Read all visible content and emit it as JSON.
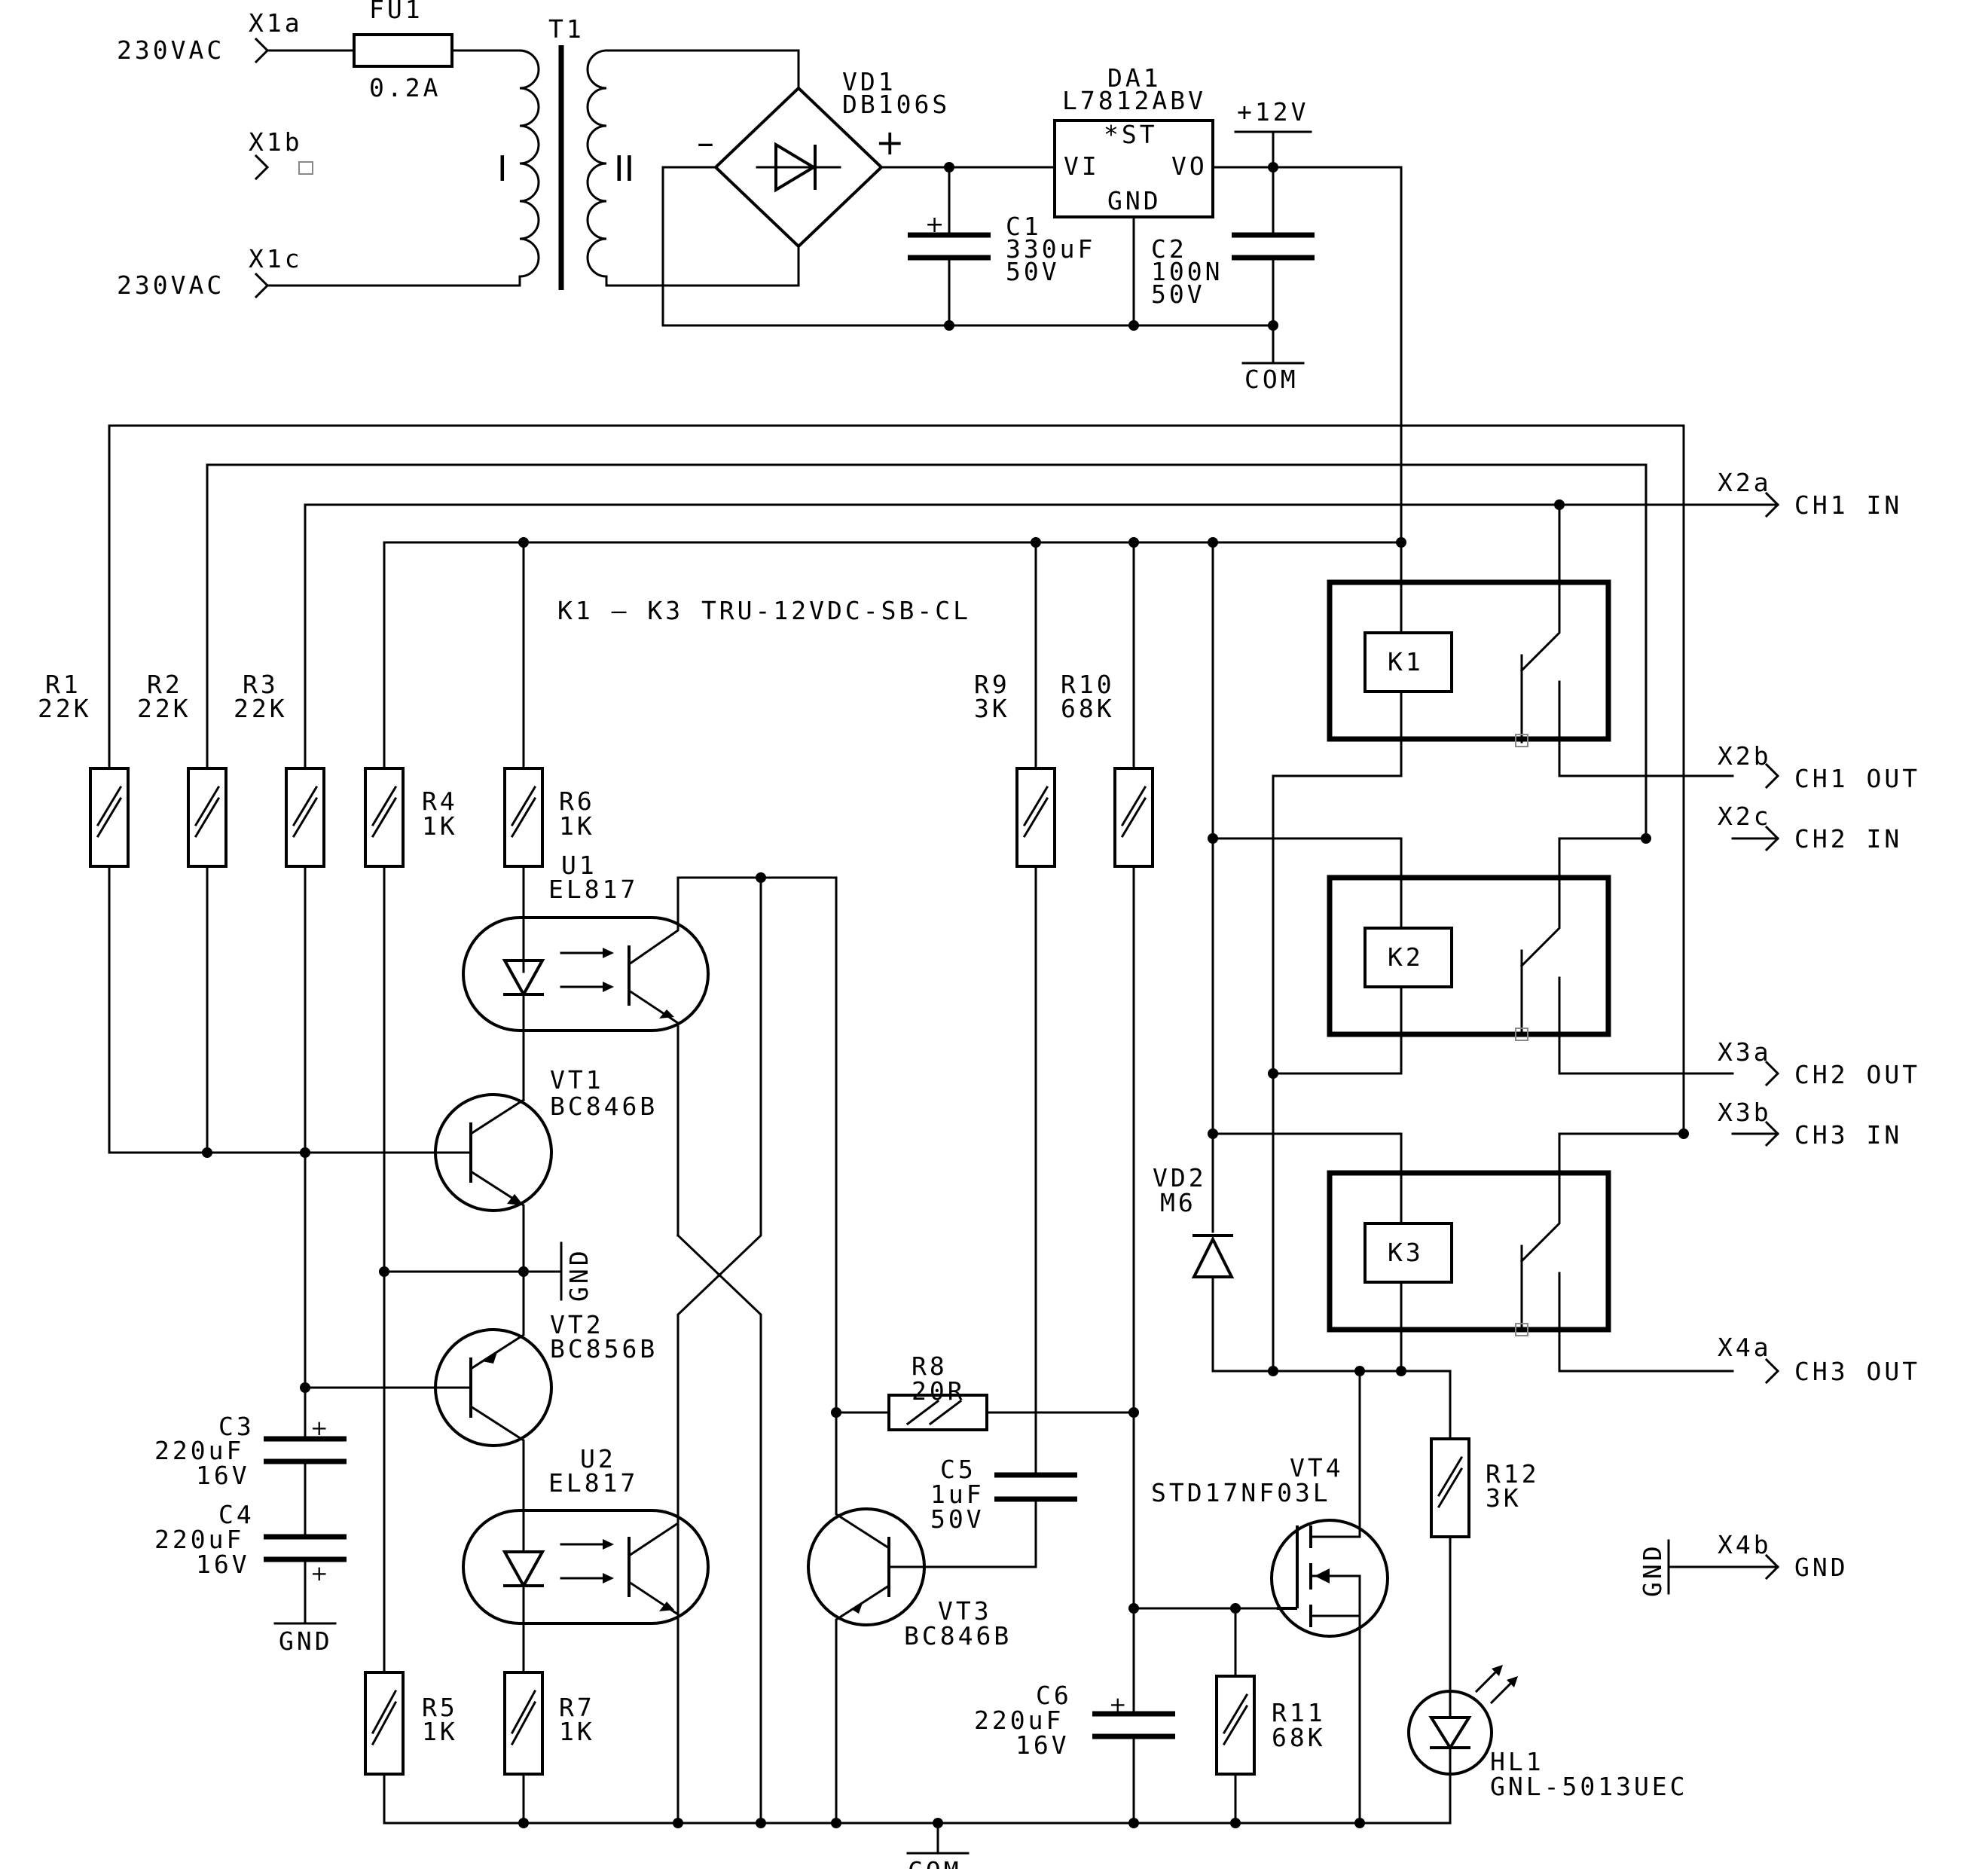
{
  "labels": {
    "v230a": "230VAC",
    "v230c": "230VAC",
    "x1a": "X1a",
    "x1b": "X1b",
    "x1c": "X1c",
    "fu1": "FU1",
    "fu1_val": "0.2A",
    "t1": "T1",
    "t1_w1": "I",
    "t1_w2": "II",
    "vd1": "VD1",
    "vd1_val": "DB106S",
    "minus": "–",
    "plus": "+",
    "da1": "DA1",
    "da1_val": "L7812ABV",
    "da1_st": "*ST",
    "da1_vi": "VI",
    "da1_vo": "VO",
    "da1_gnd": "GND",
    "v12": "+12V",
    "c1": "C1",
    "c1_v": "330uF",
    "c1_u": "50V",
    "c1_plus": "+",
    "c2": "C2",
    "c2_v": "100N",
    "c2_u": "50V",
    "com_top": "COM",
    "com_bottom": "COM",
    "note": "K1 – K3 TRU-12VDC-SB-CL",
    "r1": "R1",
    "r1_v": "22K",
    "r2": "R2",
    "r2_v": "22K",
    "r3": "R3",
    "r3_v": "22K",
    "r4": "R4",
    "r4_v": "1K",
    "r6": "R6",
    "r6_v": "1K",
    "r9": "R9",
    "r9_v": "3K",
    "r10": "R10",
    "r10_v": "68K",
    "u1": "U1",
    "u1_v": "EL817",
    "u2": "U2",
    "u2_v": "EL817",
    "vt1": "VT1",
    "vt1_v": "BC846B",
    "vt2": "VT2",
    "vt2_v": "BC856B",
    "vt3": "VT3",
    "vt3_v": "BC846B",
    "vt4": "VT4",
    "vt4_v": "STD17NF03L",
    "gnd_mid": "GND",
    "gnd_left": "GND",
    "gnd_x4b": "GND",
    "c3": "C3",
    "c3_v": "220uF",
    "c3_u": "16V",
    "c4": "C4",
    "c4_v": "220uF",
    "c4_u": "16V",
    "c5": "C5",
    "c5_v": "1uF",
    "c5_u": "50V",
    "c6": "C6",
    "c6_v": "220uF",
    "c6_u": "16V",
    "r5": "R5",
    "r5_v": "1K",
    "r7": "R7",
    "r7_v": "1K",
    "r8": "R8",
    "r8_v": "20R",
    "r11": "R11",
    "r11_v": "68K",
    "r12": "R12",
    "r12_v": "3K",
    "vd2": "VD2",
    "vd2_v": "M6",
    "hl1": "HL1",
    "hl1_v": "GNL-5013UEC",
    "k1": "K1",
    "k2": "K2",
    "k3": "K3",
    "x2a": "X2a",
    "x2b": "X2b",
    "x2c": "X2c",
    "x3a": "X3a",
    "x3b": "X3b",
    "x4a": "X4a",
    "x4b": "X4b",
    "ch1_in": "CH1  IN",
    "ch1_out": "CH1  OUT",
    "ch2_in": "CH2  IN",
    "ch2_out": "CH2  OUT",
    "ch3_in": "CH3  IN",
    "ch3_out": "CH3  OUT",
    "x4b_name": "GND"
  }
}
